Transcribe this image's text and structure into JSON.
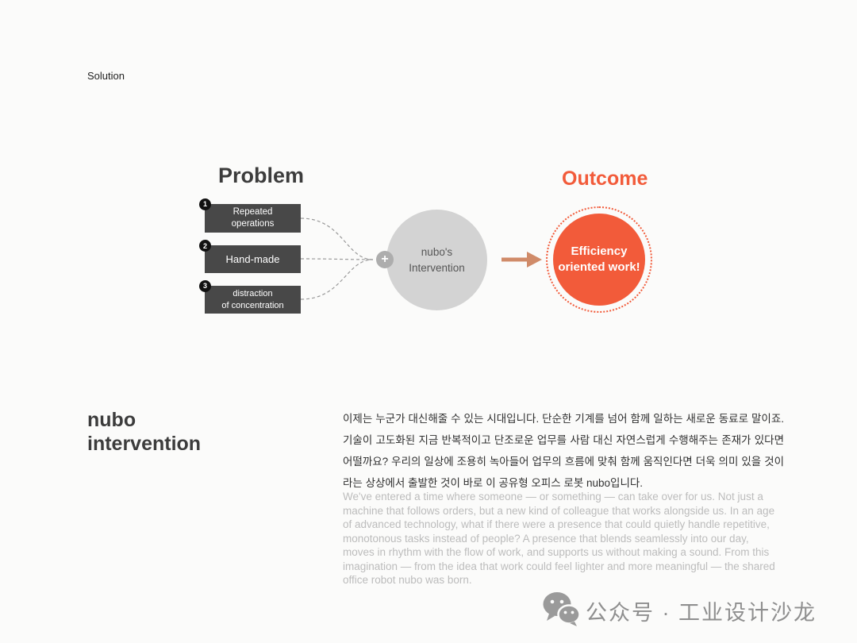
{
  "page": {
    "kicker": "Solution"
  },
  "diagram": {
    "problem_title": "Problem",
    "outcome_title": "Outcome",
    "problems": [
      {
        "num": "1",
        "label": "Repeated\noperations"
      },
      {
        "num": "2",
        "label": "Hand-made"
      },
      {
        "num": "3",
        "label": "distraction\nof concentration"
      }
    ],
    "plus": "+",
    "intervention_circle": "nubo's\nIntervention",
    "outcome_circle": "Efficiency\noriented work!"
  },
  "section": {
    "title": "nubo\nintervention",
    "korean_paragraph": "이제는 누군가 대신해줄 수 있는 시대입니다. 단순한 기계를 넘어 함께 일하는 새로운 동료로 말이죠. 기술이 고도화된 지금 반복적이고 단조로운 업무를 사람 대신 자연스럽게 수행해주는 존재가 있다면 어떨까요? 우리의 일상에 조용히 녹아들어 업무의 흐름에 맞춰 함께 움직인다면 더욱 의미 있을 것이라는 상상에서 출발한 것이 바로 이 공유형 오피스 로봇 nubo입니다.",
    "english_paragraph": "We've entered a time where someone — or something — can take over for us. Not just a machine that follows orders, but a new kind of colleague that works alongside us. In an age of advanced technology, what if there were a presence that could quietly handle repetitive, monotonous tasks instead of people? A presence that blends seamlessly into our day, moves in rhythm with the flow of work, and supports us without making a sound. From this imagination — from the idea that work could feel lighter and more meaningful — the shared office robot nubo was born."
  },
  "watermark": {
    "text": "公众号 · 工业设计沙龙"
  },
  "colors": {
    "accent_orange": "#F25B3A",
    "box_dark": "#484848",
    "circle_gray": "#D3D3D3",
    "arrow": "#D08B69",
    "watermark_gray": "#8F8F8F"
  }
}
